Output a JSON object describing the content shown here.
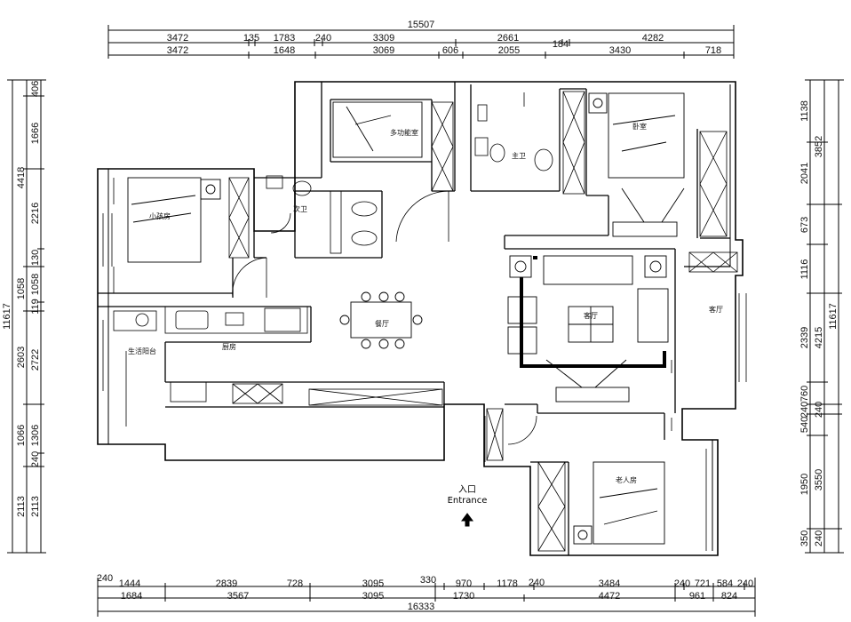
{
  "dims_top": {
    "total": "15507",
    "row1": [
      "3472",
      "135",
      "1783",
      "240",
      "3309",
      "2661",
      "184",
      "4282"
    ],
    "row2": [
      "3472",
      "1648",
      "3069",
      "606",
      "2055",
      "3430",
      "718"
    ]
  },
  "dims_bottom": {
    "total": "16333",
    "row1": [
      "240",
      "1444",
      "2839",
      "728",
      "3095",
      "330",
      "970",
      "1178",
      "240",
      "3484",
      "240",
      "721",
      "584",
      "240"
    ],
    "row2": [
      "1684",
      "3567",
      "3095",
      "1730",
      "4472",
      "961",
      "824"
    ]
  },
  "dims_left": {
    "total": "11617",
    "row1": [
      "406",
      "1666",
      "2216",
      "130",
      "1058",
      "119",
      "2722",
      "1306",
      "240",
      "2113"
    ],
    "row2": [
      "4418",
      "1058",
      "2603",
      "1066",
      "2113"
    ]
  },
  "dims_right": {
    "total": "11617",
    "row1": [
      "1138",
      "2041",
      "673",
      "1116",
      "2339",
      "760",
      "240",
      "540",
      "1950",
      "350"
    ],
    "row2": [
      "3852",
      "4215",
      "240",
      "3550",
      "240"
    ]
  },
  "rooms": {
    "multi": "多功能室",
    "bath_main": "主卫",
    "bath_guest": "次卫",
    "kitchen": "厨房",
    "balcony": "生活阳台",
    "bedroom": "卧室",
    "living": "客厅",
    "dining": "餐厅",
    "elder": "老人房",
    "living_feature": "客厅",
    "child": "小孩房"
  },
  "entrance": {
    "cn": "入口",
    "en": "Entrance"
  }
}
